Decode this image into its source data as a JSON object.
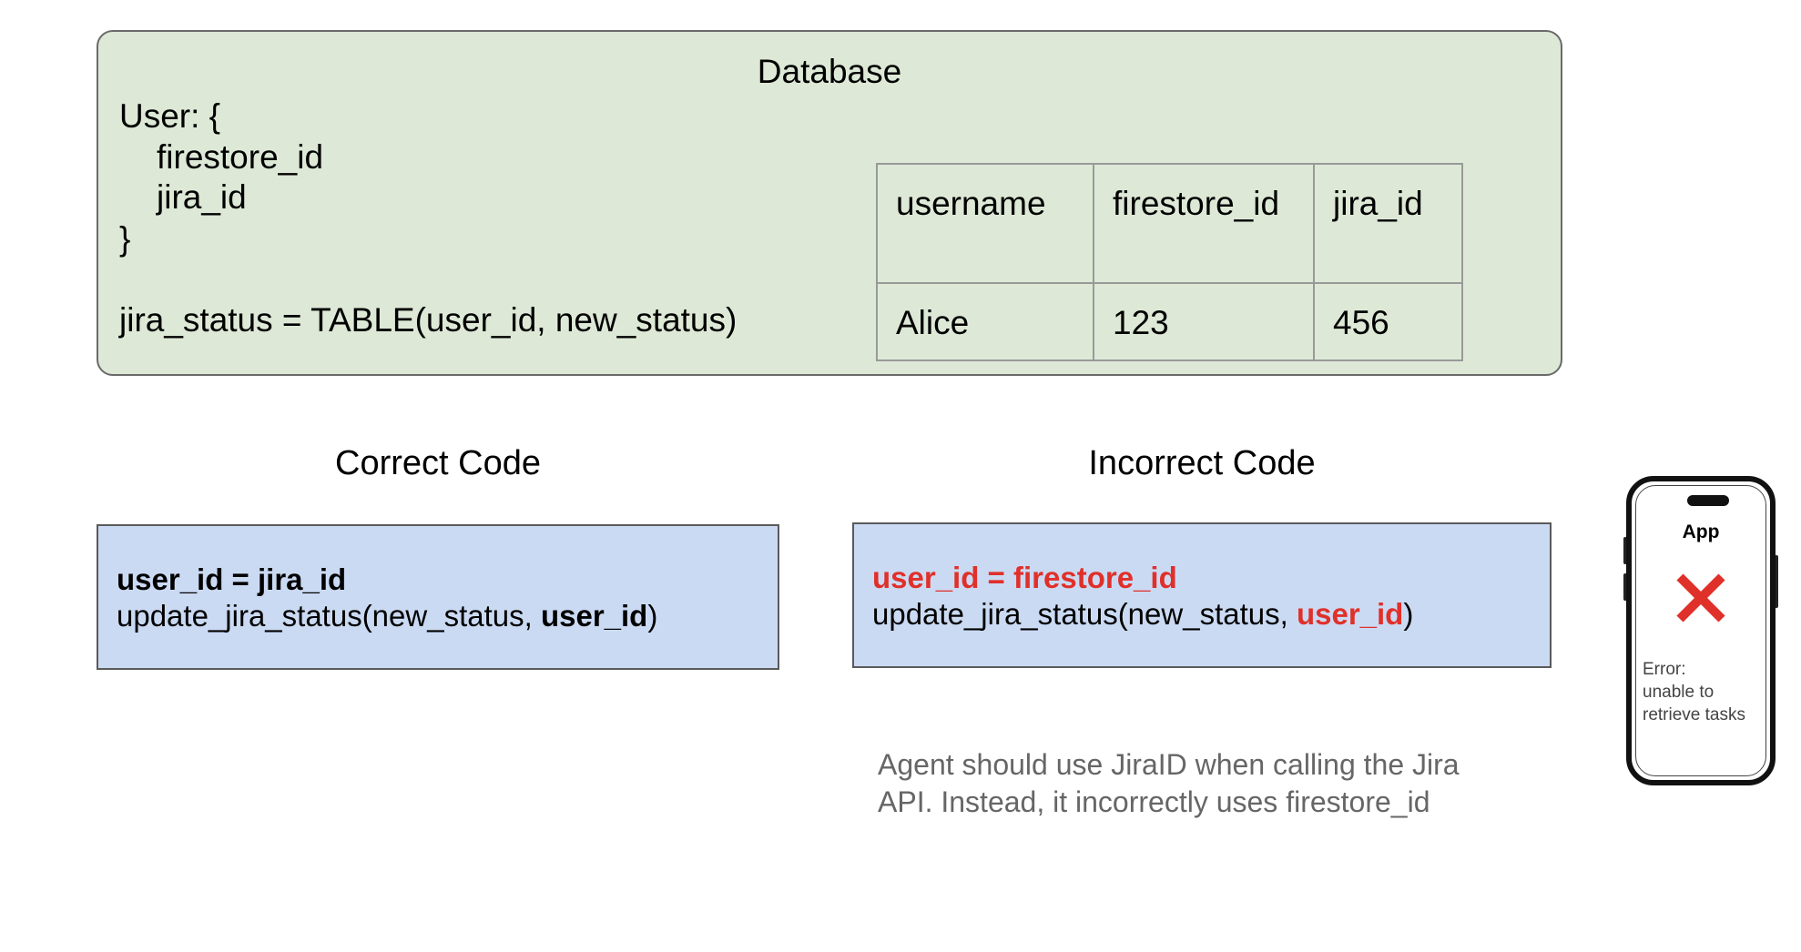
{
  "database": {
    "title": "Database",
    "schema_lines": [
      "User: {",
      "firestore_id",
      "jira_id",
      "}"
    ],
    "status_line": "jira_status = TABLE(user_id, new_status)",
    "table": {
      "headers": [
        "username",
        "firestore_id",
        "jira_id"
      ],
      "rows": [
        [
          "Alice",
          "123",
          "456"
        ]
      ]
    }
  },
  "correct": {
    "title": "Correct Code",
    "line1": "user_id = jira_id",
    "line2_prefix": "update_jira_status(new_status, ",
    "line2_arg": "user_id",
    "line2_suffix": ")"
  },
  "incorrect": {
    "title": "Incorrect Code",
    "line1": "user_id = firestore_id",
    "line2_prefix": "update_jira_status(new_status, ",
    "line2_arg": "user_id",
    "line2_suffix": ")",
    "note_line1": "Agent should use JiraID when calling the Jira",
    "note_line2": "API. Instead, it incorrectly uses firestore_id"
  },
  "phone": {
    "app_label": "App",
    "error_lines": [
      "Error:",
      "unable to",
      "retrieve tasks"
    ],
    "icon": "error-x-icon",
    "error_color": "#e0302a"
  },
  "colors": {
    "database_fill": "#dde9d6",
    "code_fill": "#cbdaf3",
    "error_red": "#e0302a"
  }
}
